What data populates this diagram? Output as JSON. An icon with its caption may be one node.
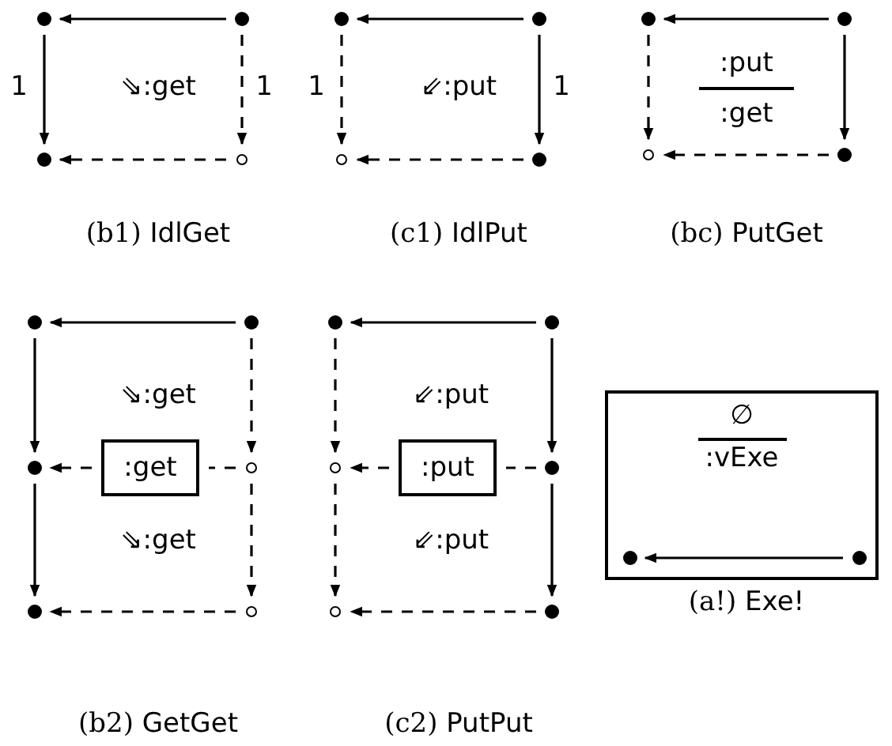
{
  "diagram": {
    "nodes": [
      {
        "text": [],
        "shape": "dot"
      },
      {
        "text": [],
        "shape": "dot"
      },
      {
        "text": [],
        "shape": "dot"
      },
      {
        "text": [],
        "shape": "circle"
      },
      {
        "text": [],
        "shape": "dot"
      },
      {
        "text": [],
        "shape": "dot"
      },
      {
        "text": [],
        "shape": "circle"
      },
      {
        "text": [],
        "shape": "dot"
      },
      {
        "text": [],
        "shape": "dot"
      },
      {
        "text": [],
        "shape": "dot"
      },
      {
        "text": [],
        "shape": "circle"
      },
      {
        "text": [],
        "shape": "dot"
      },
      {
        "text": [],
        "shape": "dot"
      },
      {
        "text": [],
        "shape": "dot"
      },
      {
        "text": [],
        "shape": "dot"
      },
      {
        "text": [
          ":get"
        ]
      },
      {
        "text": [],
        "shape": "circle"
      },
      {
        "text": [],
        "shape": "dot"
      },
      {
        "text": [],
        "shape": "circle"
      },
      {
        "text": [],
        "shape": "dot"
      },
      {
        "text": [],
        "shape": "dot"
      },
      {
        "text": [],
        "shape": "circle"
      },
      {
        "text": [
          ":put"
        ]
      },
      {
        "text": [],
        "shape": "dot"
      },
      {
        "text": [],
        "shape": "circle"
      },
      {
        "text": [],
        "shape": "dot"
      },
      {
        "text": [
          "∅",
          ":vExe"
        ],
        "beside": [
          "(a!) Exe!"
        ]
      },
      {
        "text": [],
        "shape": "dot",
        "in": 26
      },
      {
        "text": [],
        "shape": "dot",
        "in": 26
      }
    ],
    "edges": [
      {
        "from": 1,
        "to": 0,
        "arrow": "to"
      },
      {
        "from": 0,
        "to": 2,
        "arrow": "to",
        "label": "1"
      },
      {
        "from": 1,
        "to": 3,
        "arrow": "to",
        "label": "1",
        "style": "dashed"
      },
      {
        "from": 3,
        "to": 2,
        "arrow": "to",
        "style": "dashed"
      },
      {
        "from": 5,
        "to": 4,
        "arrow": "to"
      },
      {
        "from": 4,
        "to": 6,
        "arrow": "to",
        "label": "1",
        "style": "dashed"
      },
      {
        "from": 5,
        "to": 7,
        "arrow": "to",
        "label": "1"
      },
      {
        "from": 7,
        "to": 6,
        "arrow": "to",
        "style": "dashed"
      },
      {
        "from": 9,
        "to": 8,
        "arrow": "to"
      },
      {
        "from": 8,
        "to": 10,
        "arrow": "to",
        "style": "dashed"
      },
      {
        "from": 9,
        "to": 11,
        "arrow": "to"
      },
      {
        "from": 11,
        "to": 10,
        "arrow": "to",
        "style": "dashed"
      },
      {
        "from": 13,
        "to": 12,
        "arrow": "to"
      },
      {
        "from": 12,
        "to": 14,
        "arrow": "to"
      },
      {
        "from": 13,
        "to": 16,
        "arrow": "to",
        "style": "dashed"
      },
      {
        "from": 16,
        "to": 15,
        "arrow": "none",
        "style": "dashed"
      },
      {
        "from": 15,
        "to": 14,
        "arrow": "to",
        "style": "dashed"
      },
      {
        "from": 14,
        "to": 17,
        "arrow": "to"
      },
      {
        "from": 16,
        "to": 18,
        "arrow": "to",
        "style": "dashed"
      },
      {
        "from": 18,
        "to": 17,
        "arrow": "to",
        "style": "dashed"
      },
      {
        "from": 20,
        "to": 19,
        "arrow": "to"
      },
      {
        "from": 19,
        "to": 21,
        "arrow": "to",
        "style": "dashed"
      },
      {
        "from": 20,
        "to": 23,
        "arrow": "to"
      },
      {
        "from": 23,
        "to": 22,
        "arrow": "none",
        "style": "dashed"
      },
      {
        "from": 22,
        "to": 21,
        "arrow": "to",
        "style": "dashed"
      },
      {
        "from": 21,
        "to": 24,
        "arrow": "to",
        "style": "dashed"
      },
      {
        "from": 23,
        "to": 25,
        "arrow": "to"
      },
      {
        "from": 25,
        "to": 24,
        "arrow": "to",
        "style": "dashed"
      },
      {
        "from": 28,
        "to": 27,
        "arrow": "to"
      }
    ],
    "labels": [
      "⇘:get",
      "⇙:put",
      ":put",
      ":get",
      "(b1) IdlGet",
      "(c1) IdlPut",
      "(bc) PutGet",
      "⇘:get",
      "⇙:put",
      "⇘:get",
      "⇙:put",
      "(b2) GetGet",
      "(c2) PutPut"
    ]
  }
}
